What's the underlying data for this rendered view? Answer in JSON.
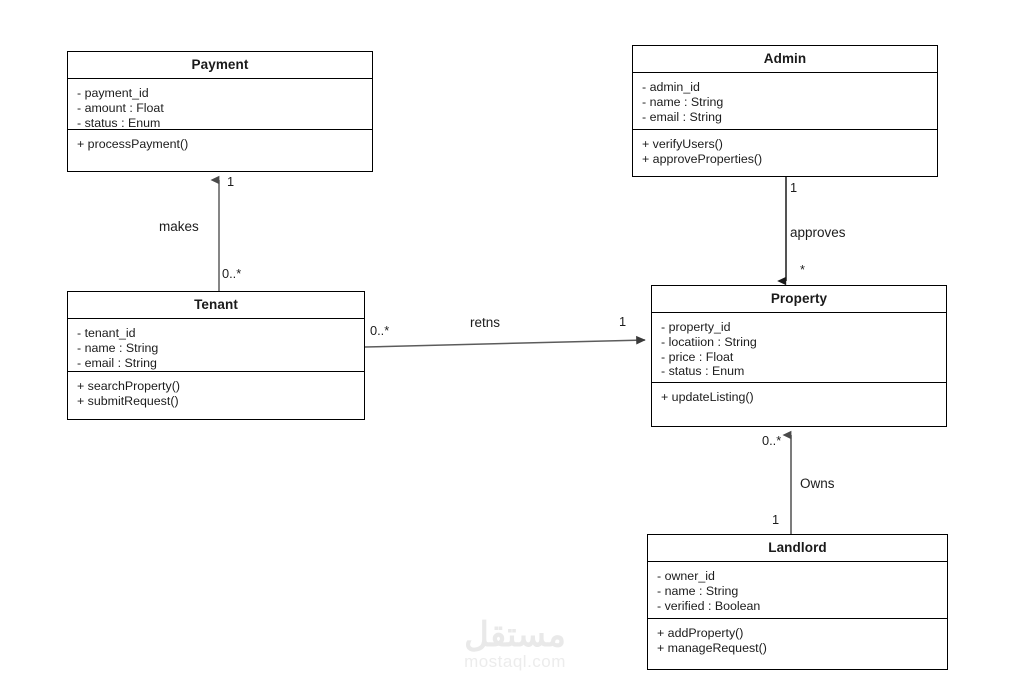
{
  "diagram": {
    "type": "uml-class-diagram",
    "classes": [
      {
        "id": "payment",
        "name": "Payment",
        "attributes": [
          "- payment_id",
          "- amount : Float",
          "- status : Enum"
        ],
        "methods": [
          "+ processPayment()"
        ]
      },
      {
        "id": "admin",
        "name": "Admin",
        "attributes": [
          "- admin_id",
          "- name : String",
          "- email : String"
        ],
        "methods": [
          "+ verifyUsers()",
          "+ approveProperties()"
        ]
      },
      {
        "id": "tenant",
        "name": "Tenant",
        "attributes": [
          "- tenant_id",
          "- name : String",
          "- email : String"
        ],
        "methods": [
          "+ searchProperty()",
          "+ submitRequest()"
        ]
      },
      {
        "id": "property",
        "name": "Property",
        "attributes": [
          "- property_id",
          "- locatiion : String",
          "- price : Float",
          "- status : Enum"
        ],
        "methods": [
          "+ updateListing()"
        ]
      },
      {
        "id": "landlord",
        "name": "Landlord",
        "attributes": [
          "- owner_id",
          "- name : String",
          "- verified : Boolean"
        ],
        "methods": [
          "+ addProperty()",
          "+ manageRequest()"
        ]
      }
    ],
    "relations": [
      {
        "id": "makes",
        "label": "makes",
        "from": "tenant",
        "to": "payment",
        "source_multiplicity": "0..*",
        "target_multiplicity": "1"
      },
      {
        "id": "retns",
        "label": "retns",
        "from": "tenant",
        "to": "property",
        "source_multiplicity": "0..*",
        "target_multiplicity": "1"
      },
      {
        "id": "approves",
        "label": "approves",
        "from": "admin",
        "to": "property",
        "source_multiplicity": "1",
        "target_multiplicity": "*"
      },
      {
        "id": "owns",
        "label": "Owns",
        "from": "landlord",
        "to": "property",
        "source_multiplicity": "1",
        "target_multiplicity": "0..*"
      }
    ]
  },
  "watermark": {
    "arabic": "مستقل",
    "latin": "mostaql.com"
  },
  "colors": {
    "stroke": "#000000",
    "connector": "#555555",
    "text": "#1c1c1c",
    "background": "#ffffff",
    "watermark": "#ebebeb"
  }
}
